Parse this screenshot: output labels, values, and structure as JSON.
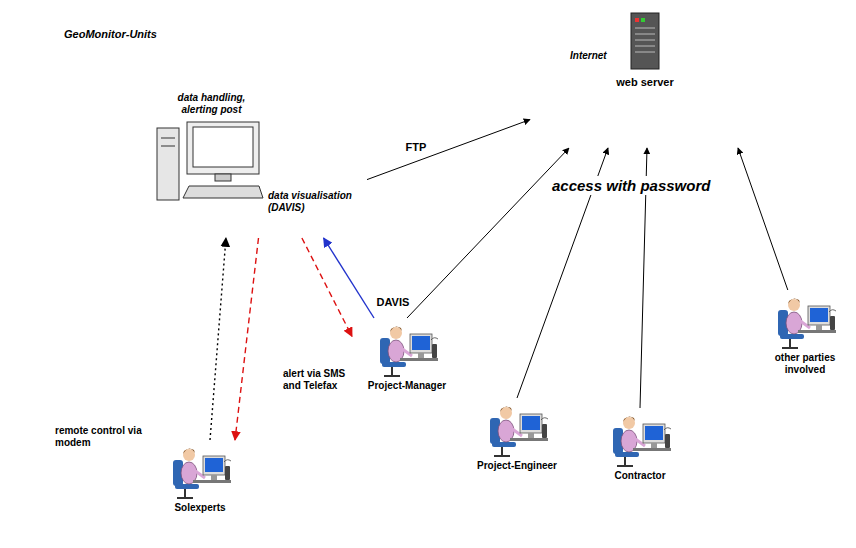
{
  "diagram": {
    "nodes": [
      {
        "text": [
          "GeoMonitor-Units"
        ]
      },
      {
        "text": [
          "data handling, alerting post",
          "data visualisation (DAVIS)"
        ],
        "in": 0
      },
      {
        "text": [
          "Internet"
        ]
      },
      {
        "text": [
          "web server"
        ],
        "in": 2
      },
      {
        "text": [
          "Project-Manager"
        ]
      },
      {
        "text": [
          "Project-Engineer"
        ]
      },
      {
        "text": [
          "Contractor"
        ]
      },
      {
        "text": [
          "other parties involved"
        ]
      },
      {
        "text": [
          "Solexperts"
        ]
      }
    ],
    "edges": [
      {
        "from": 1,
        "to": 2,
        "arrow": "to",
        "label": "FTP"
      },
      {
        "from": 4,
        "to": 1,
        "arrow": "to",
        "label": "DAVIS"
      },
      {
        "from": 1,
        "to": 4,
        "arrow": "to"
      },
      {
        "from": 1,
        "to": 8,
        "arrow": "to"
      },
      {
        "from": 8,
        "to": 1,
        "arrow": "to"
      },
      {
        "from": 4,
        "to": 2,
        "arrow": "to"
      },
      {
        "from": 5,
        "to": 2,
        "arrow": "to"
      },
      {
        "from": 6,
        "to": 2,
        "arrow": "to"
      },
      {
        "from": 7,
        "to": 2,
        "arrow": "to"
      }
    ],
    "labels": [
      "access with password",
      "alert via SMS and Telefax",
      "remote control via modem"
    ]
  }
}
